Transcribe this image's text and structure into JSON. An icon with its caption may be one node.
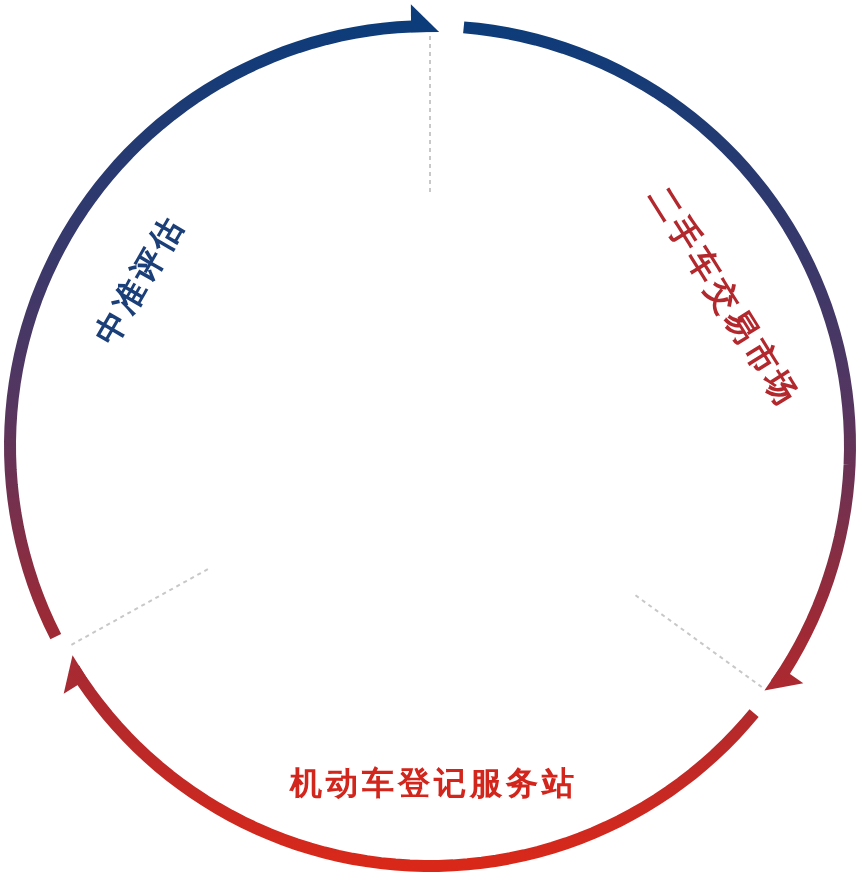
{
  "diagram": {
    "nodes": [
      {
        "text": [
          "中准评估"
        ]
      },
      {
        "text": [
          "二手车交易市场"
        ]
      },
      {
        "text": [
          "机动车登记服务站"
        ]
      }
    ],
    "edges": [
      {
        "from": 0,
        "to": 1,
        "arrow": "to"
      },
      {
        "from": 1,
        "to": 2,
        "arrow": "to"
      },
      {
        "from": 2,
        "to": 0,
        "arrow": "to"
      }
    ]
  }
}
